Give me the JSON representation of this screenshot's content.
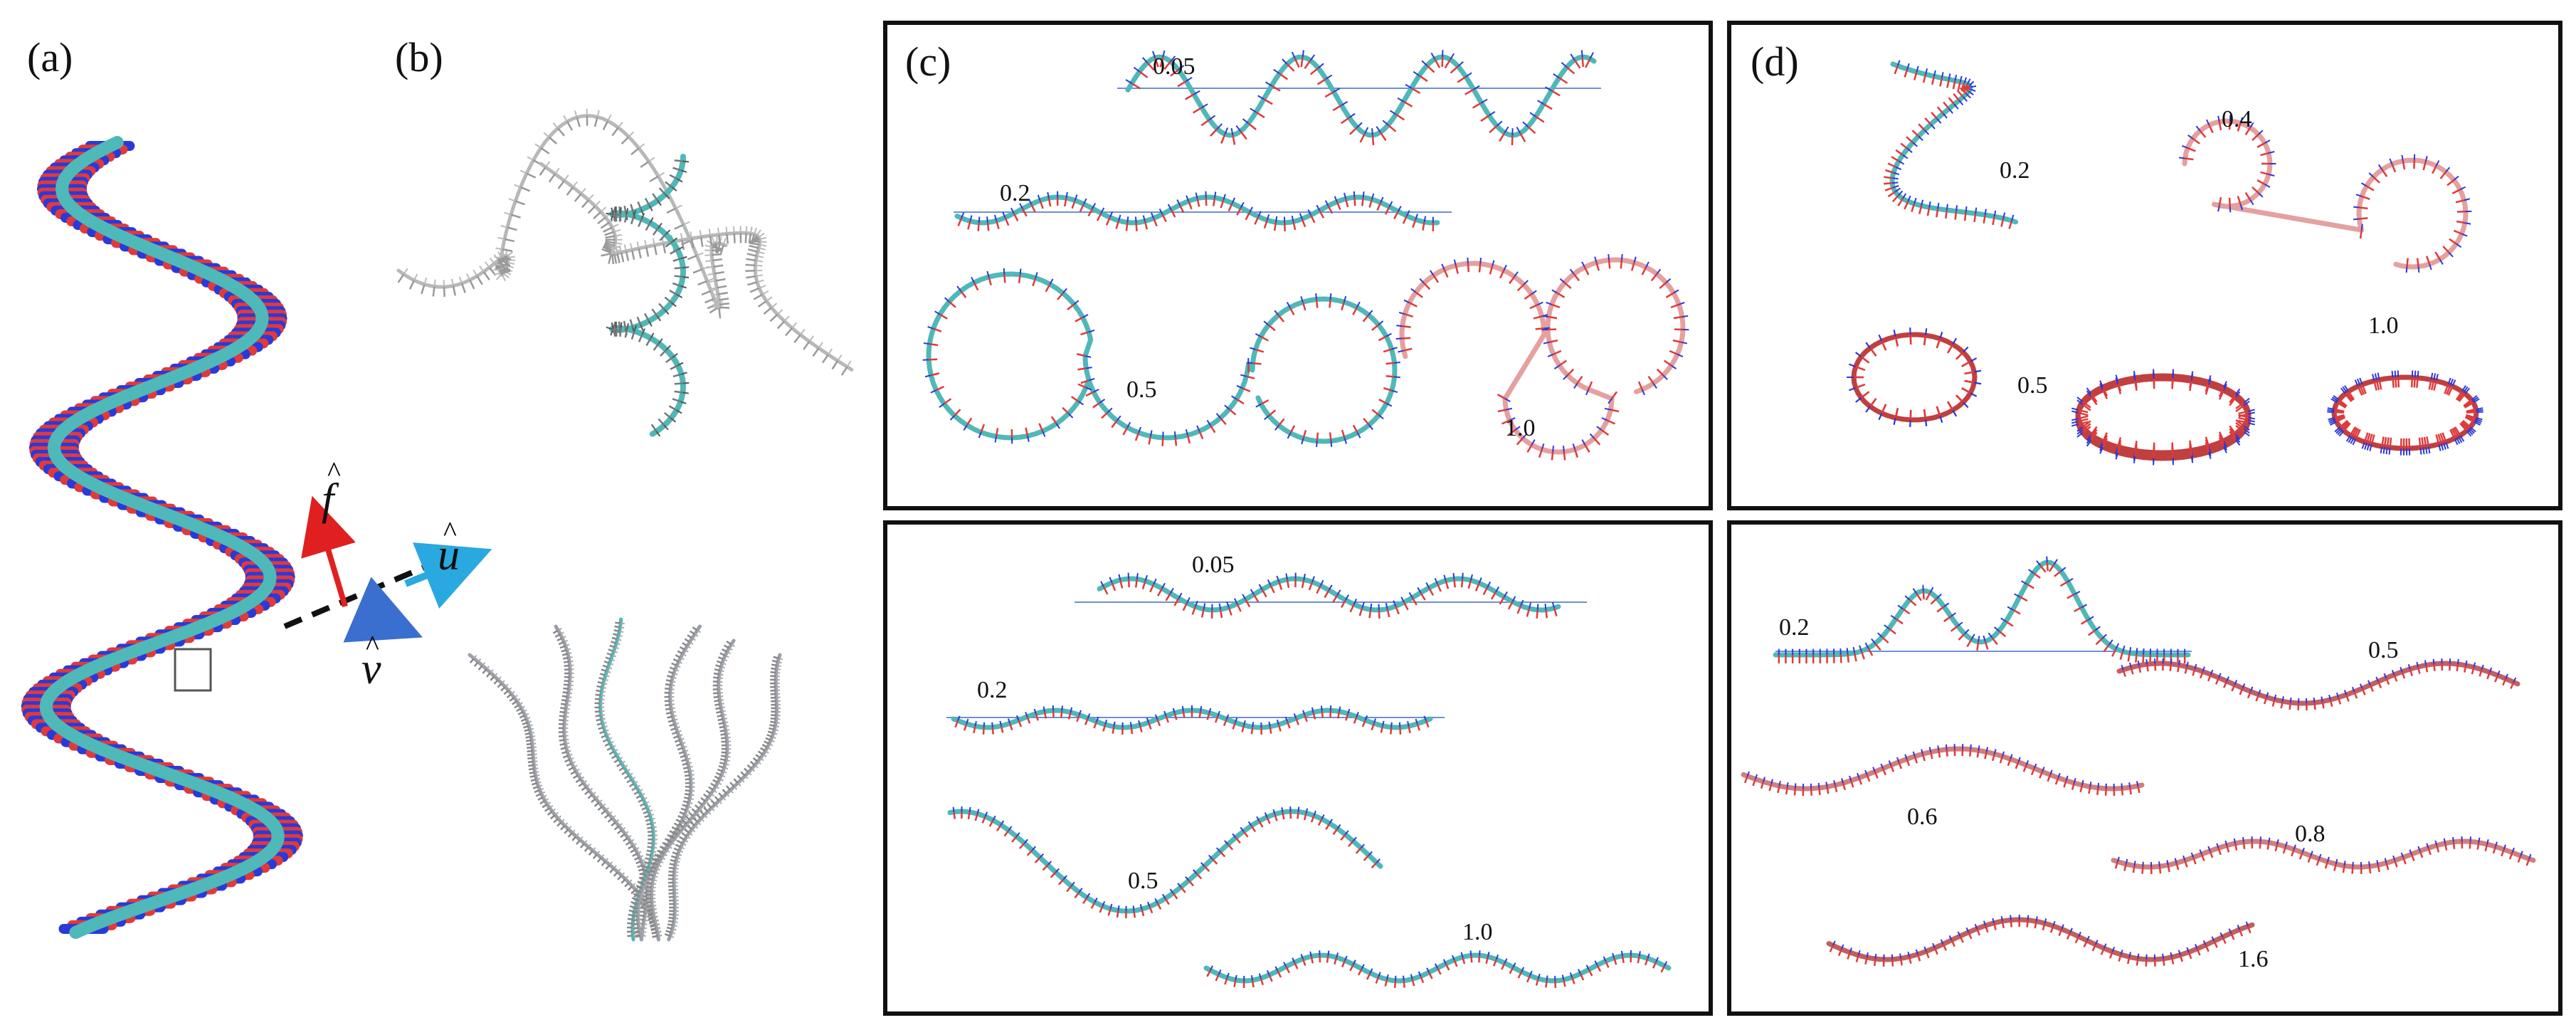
{
  "panels": {
    "a": {
      "label": "(a)"
    },
    "b": {
      "label": "(b)"
    },
    "c": {
      "label": "(c)"
    },
    "d": {
      "label": "(d)"
    }
  },
  "vectors": {
    "f": "f",
    "u": "u",
    "v": "v"
  },
  "c_top": {
    "labels": [
      "0.05",
      "0.2",
      "0.5",
      "1.0"
    ]
  },
  "d_top": {
    "labels": [
      "0.2",
      "0.4",
      "0.5",
      "1.0"
    ]
  },
  "c_bottom": {
    "labels": [
      "0.05",
      "0.2",
      "0.5",
      "1.0"
    ]
  },
  "d_bottom": {
    "labels": [
      "0.2",
      "0.5",
      "0.6",
      "0.8",
      "1.6"
    ]
  },
  "colors": {
    "backbone": "#4fb8b8",
    "red": "#e03a3a",
    "blue": "#2a3ad8",
    "gray": "#b8b8b8",
    "f_arrow": "#e02020",
    "u_arrow": "#2aa8e0",
    "v_arrow": "#3a6fd0"
  }
}
